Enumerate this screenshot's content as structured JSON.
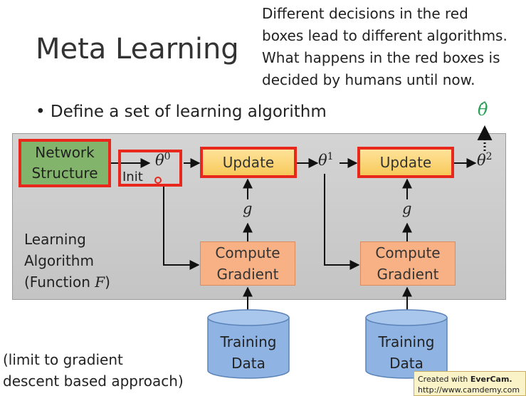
{
  "title": "Meta Learning",
  "note": {
    "line1": "Different decisions in the red",
    "line2": "boxes lead to different algorithms.",
    "line3": "What happens in the red boxes is",
    "line4": "decided by humans until now."
  },
  "bullet": "Define a set of learning algorithm",
  "diagram": {
    "network_structure": {
      "line1": "Network",
      "line2": "Structure"
    },
    "init_label": "Init",
    "theta_symbol": "θ",
    "theta0_sup": "0",
    "theta1_sup": "1",
    "theta2_sup": "2",
    "theta_hat": "θ̂",
    "update_label": "Update",
    "g_label": "g",
    "compute_gradient": {
      "line1": "Compute",
      "line2": "Gradient"
    },
    "training_data": {
      "line1": "Training",
      "line2": "Data"
    },
    "learning_algorithm": {
      "line1": "Learning",
      "line2": "Algorithm",
      "line3_prefix": "(Function ",
      "line3_var": "F",
      "line3_suffix": ")"
    }
  },
  "limit_note": {
    "line1": "(limit to gradient",
    "line2": "descent based approach)"
  },
  "watermark": {
    "prefix": "Created with ",
    "brand": "EverCam.",
    "url": "http://www.camdemy.com"
  },
  "colors": {
    "red": "#e8281d",
    "green_box": "#82b56b",
    "update_fill": "#f7c95a",
    "compute_fill": "#f8b185",
    "cylinder": "#8fb4e3",
    "panel": "#c8c8c8",
    "theta_hat": "#2aa05a"
  }
}
